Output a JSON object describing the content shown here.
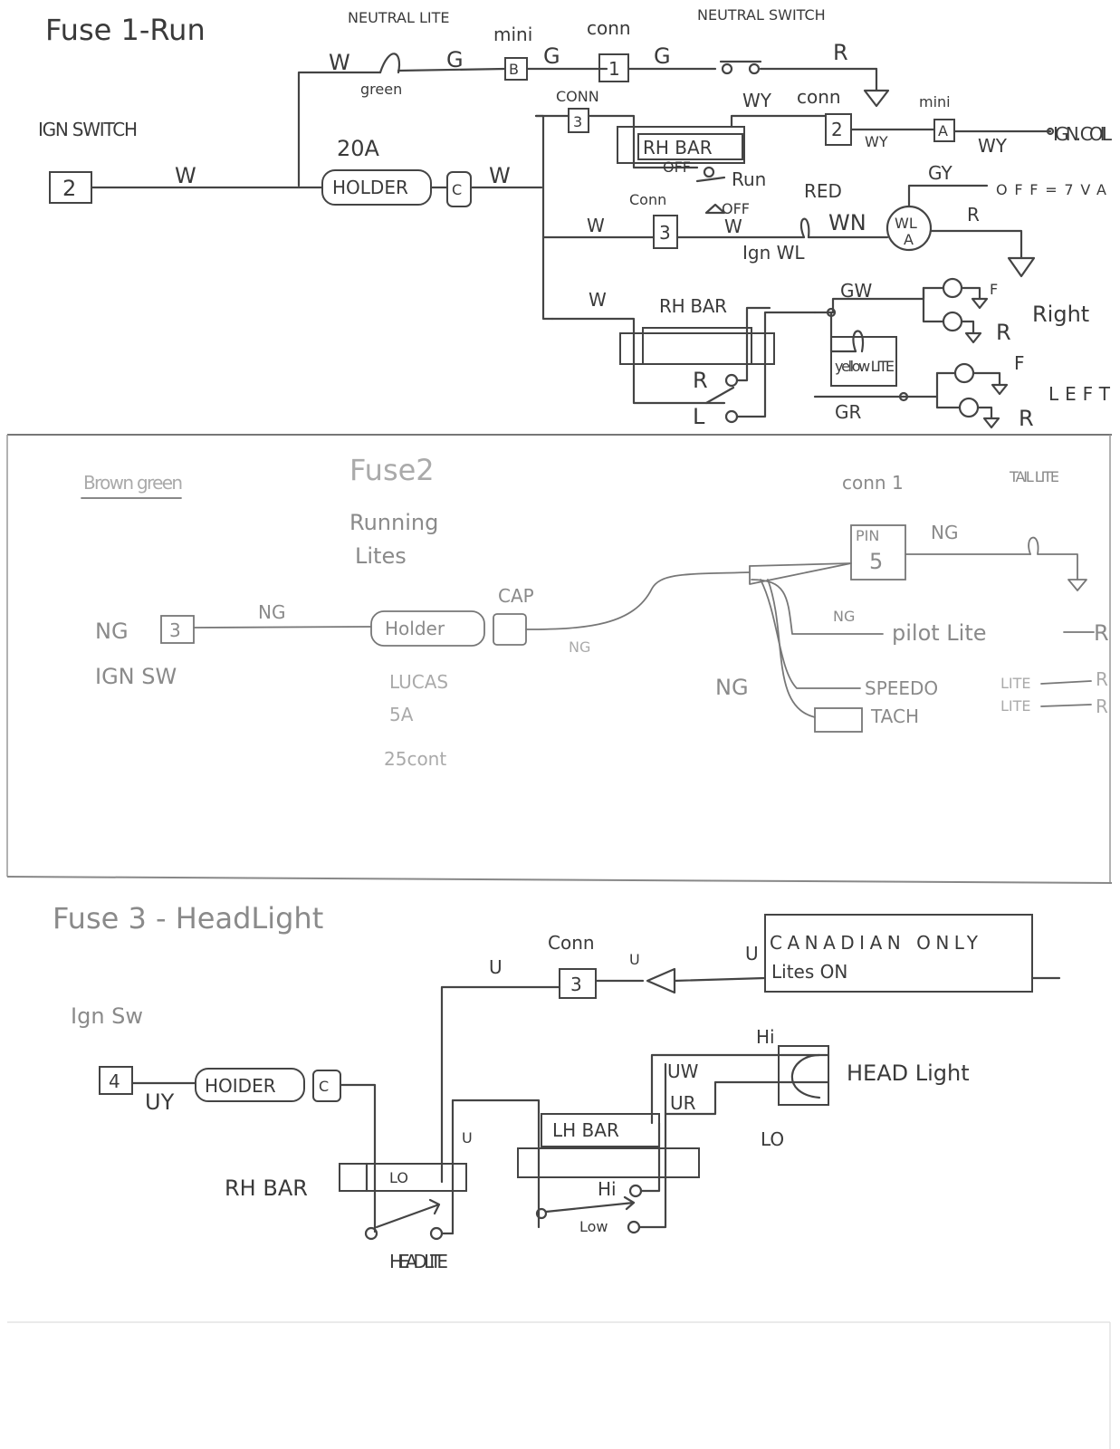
{
  "fuse1": {
    "title": "Fuse 1-Run",
    "neutral_lite": "NEUTRAL LITE",
    "mini_top": "mini",
    "conn_top": "conn",
    "neutral_switch": "NEUTRAL SWITCH",
    "wire_w": "W",
    "wire_g": "G",
    "wire_r": "R",
    "wire_wy": "WY",
    "wire_gy": "GY",
    "wire_wn": "WN",
    "wire_gw": "GW",
    "wire_gr": "GR",
    "green": "green",
    "box_b": "B",
    "box_1": "1",
    "ign_switch": "IGN SWITCH",
    "box_2": "2",
    "amp": "20A",
    "holder": "HOLDER",
    "cap_c": "C",
    "conn_label": "CONN",
    "box_3": "3",
    "rh_bar": "RH BAR",
    "off": "OFF",
    "run": "Run",
    "conn_mid": "conn",
    "mini_right": "mini",
    "box_a": "A",
    "ign_coil": "IGN. COIL",
    "conn_wl": "Conn",
    "red": "RED",
    "off_7va": "OFF=7VA",
    "wl": "WL",
    "wl_a": "A",
    "ign_wl": "Ign WL",
    "rh_bar2": "RH BAR",
    "yellow_lite": "yellow LITE",
    "right": "Right",
    "left": "LEFT",
    "f": "F",
    "r_label": "R",
    "l_label": "L"
  },
  "fuse2": {
    "brown_green": "Brown green",
    "title_line1": "Fuse2",
    "title_line2": "Running",
    "title_line3": "Lites",
    "conn1": "conn 1",
    "tail_lite": "TAIL LITE",
    "pin": "PIN",
    "pin_no": "5",
    "ng": "NG",
    "cap": "CAP",
    "ign_sw": "IGN SW",
    "box_3": "3",
    "holder": "Holder",
    "lucas": "LUCAS",
    "amp": "5A",
    "cont": "25cont",
    "pilot_lite": "pilot Lite",
    "speedo": "SPEEDO",
    "tach": "TACH",
    "lite": "LITE",
    "r": "R"
  },
  "fuse3": {
    "title": "Fuse 3 - HeadLight",
    "conn": "Conn",
    "box_3": "3",
    "u": "U",
    "canadian": "CANADIAN ONLY",
    "lites_on": "Lites ON",
    "ign_sw": "Ign Sw",
    "box_4": "4",
    "uy": "UY",
    "holder": "HOIDER",
    "cap_c": "C",
    "hi": "Hi",
    "uw": "UW",
    "ur": "UR",
    "head_light": "HEAD Light",
    "lh_bar": "LH BAR",
    "lo": "LO",
    "rh_bar": "RH BAR",
    "low": "Low",
    "head_lite": "HEAD LITE"
  }
}
